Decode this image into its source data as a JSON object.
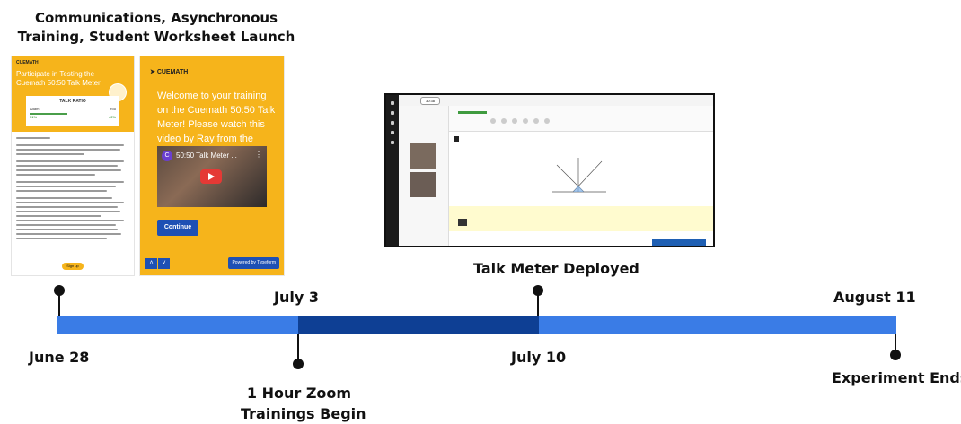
{
  "heading": {
    "line1": "Communications, Asynchronous",
    "line2": "Training, Student Worksheet Launch"
  },
  "email": {
    "brand": "CUEMATH",
    "title": "Participate in Testing the Cuemath 50:50 Talk Meter",
    "ratio_title": "TALK RATIO",
    "left_name": "Adam",
    "right_name": "You",
    "left_pct": "51%",
    "right_pct": "49%",
    "button": "Sign up"
  },
  "typeform": {
    "brand": "CUEMATH",
    "text": "Welcome to your training on the Cuemath 50:50 Talk Meter! Please watch this video by Ray from the Learning Lab.",
    "video_avatar": "C",
    "video_title": "50:50 Talk Meter ...",
    "continue": "Continue",
    "powered": "Powered by Typeform"
  },
  "app": {
    "timer": "30:38"
  },
  "timeline": {
    "events": {
      "june28": "June 28",
      "july3": "July 3",
      "july10": "July 10",
      "aug11": "August 11",
      "zoom_line1": "1 Hour Zoom",
      "zoom_line2": "Trainings Begin",
      "deployed": "Talk Meter Deployed",
      "ends": "Experiment Ends"
    }
  },
  "colors": {
    "track": "#3a7ce6",
    "track_dark": "#0e3f94",
    "cuemath_yellow": "#f6b41b",
    "typeform_blue": "#1e50b4"
  }
}
